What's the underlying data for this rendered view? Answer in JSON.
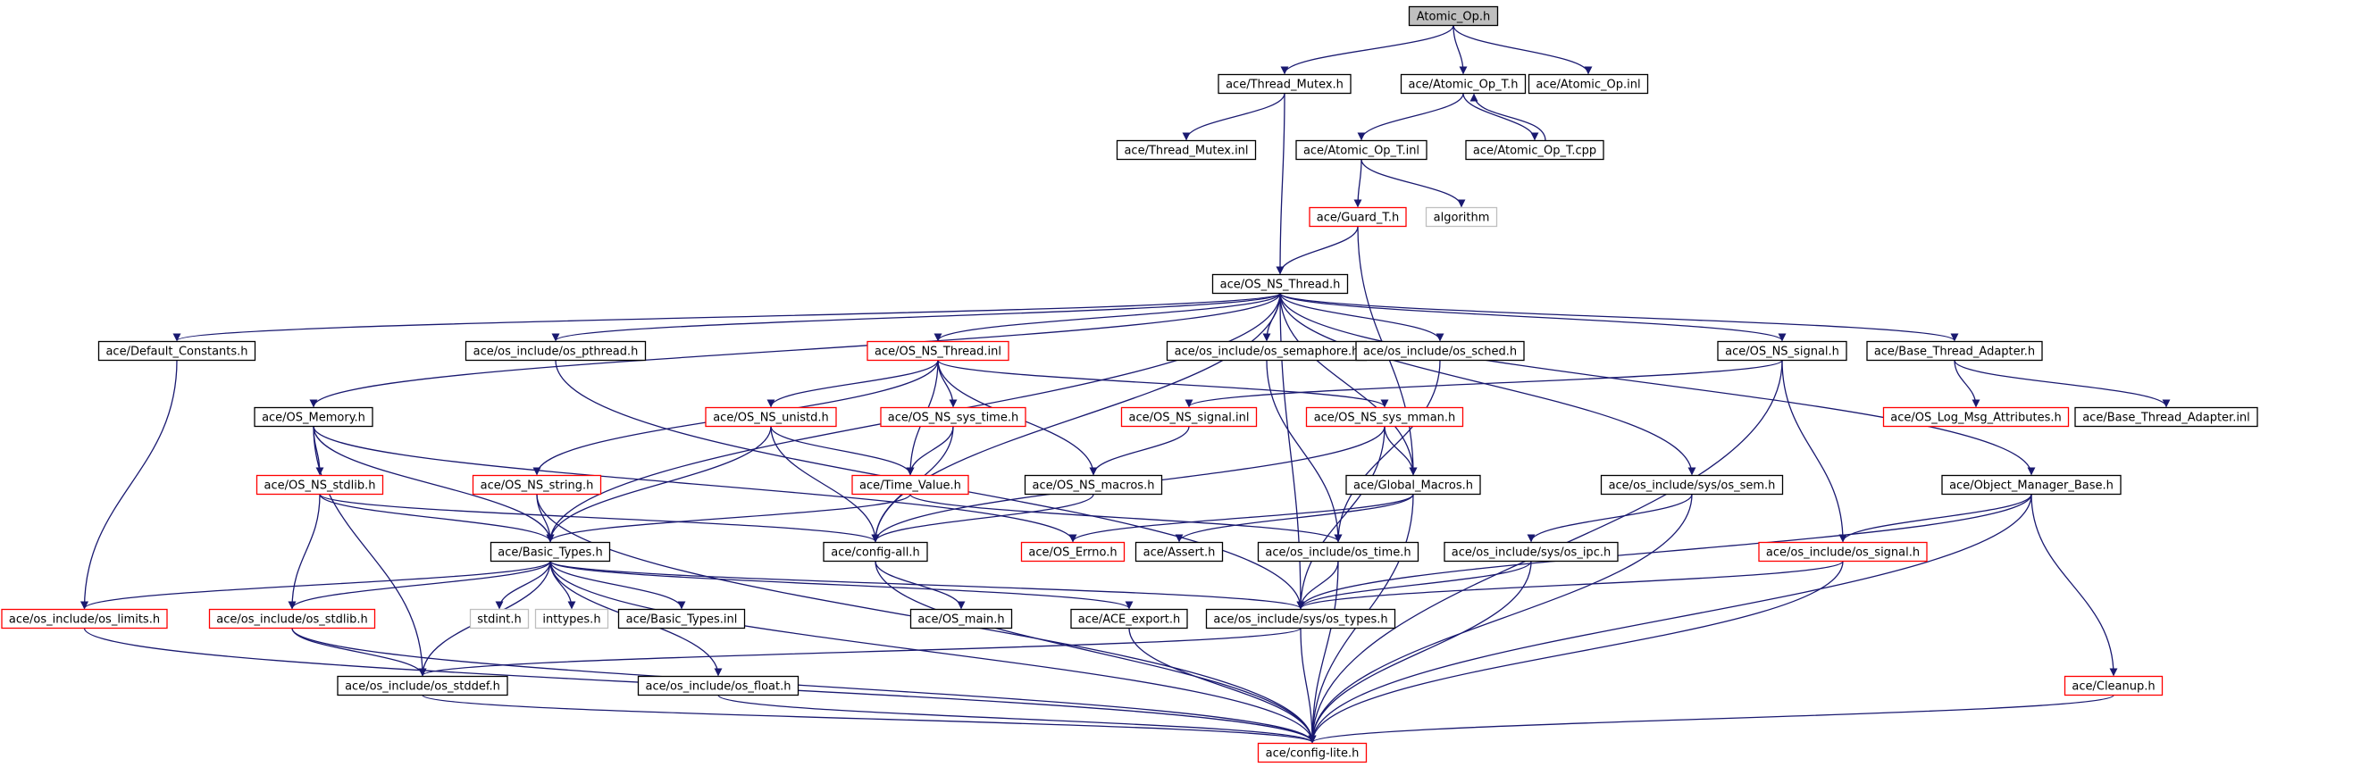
{
  "colors": {
    "edge": "#191970",
    "border_normal": "#000000",
    "border_truncated": "#ff0000",
    "border_system": "#bfbfbf",
    "root_fill": "#bfbfbf",
    "node_fill": "#ffffff"
  },
  "nodes": [
    {
      "id": "n0",
      "label": "Atomic_Op.h",
      "kind": "root"
    },
    {
      "id": "n1",
      "label": "ace/Thread_Mutex.h",
      "kind": "normal"
    },
    {
      "id": "n2",
      "label": "ace/Atomic_Op_T.h",
      "kind": "normal"
    },
    {
      "id": "n3",
      "label": "ace/Atomic_Op.inl",
      "kind": "normal"
    },
    {
      "id": "n4",
      "label": "ace/Thread_Mutex.inl",
      "kind": "normal"
    },
    {
      "id": "n5",
      "label": "ace/Atomic_Op_T.inl",
      "kind": "normal"
    },
    {
      "id": "n6",
      "label": "ace/Atomic_Op_T.cpp",
      "kind": "normal"
    },
    {
      "id": "n7",
      "label": "ace/Guard_T.h",
      "kind": "truncated"
    },
    {
      "id": "n8",
      "label": "algorithm",
      "kind": "system"
    },
    {
      "id": "n9",
      "label": "ace/OS_NS_Thread.h",
      "kind": "normal"
    },
    {
      "id": "n10",
      "label": "ace/Default_Constants.h",
      "kind": "normal"
    },
    {
      "id": "n11",
      "label": "ace/os_include/os_pthread.h",
      "kind": "normal"
    },
    {
      "id": "n12",
      "label": "ace/OS_NS_Thread.inl",
      "kind": "truncated"
    },
    {
      "id": "n13",
      "label": "ace/os_include/os_semaphore.h",
      "kind": "normal"
    },
    {
      "id": "n14",
      "label": "ace/os_include/os_sched.h",
      "kind": "normal"
    },
    {
      "id": "n15",
      "label": "ace/OS_NS_signal.h",
      "kind": "normal"
    },
    {
      "id": "n16",
      "label": "ace/Base_Thread_Adapter.h",
      "kind": "normal"
    },
    {
      "id": "n17",
      "label": "ace/OS_Memory.h",
      "kind": "normal"
    },
    {
      "id": "n18",
      "label": "ace/OS_NS_unistd.h",
      "kind": "truncated"
    },
    {
      "id": "n19",
      "label": "ace/OS_NS_sys_time.h",
      "kind": "truncated"
    },
    {
      "id": "n20",
      "label": "ace/OS_NS_signal.inl",
      "kind": "truncated"
    },
    {
      "id": "n21",
      "label": "ace/OS_NS_sys_mman.h",
      "kind": "truncated"
    },
    {
      "id": "n22",
      "label": "ace/OS_Log_Msg_Attributes.h",
      "kind": "truncated"
    },
    {
      "id": "n23",
      "label": "ace/Base_Thread_Adapter.inl",
      "kind": "normal"
    },
    {
      "id": "n24",
      "label": "ace/OS_NS_stdlib.h",
      "kind": "truncated"
    },
    {
      "id": "n25",
      "label": "ace/OS_NS_string.h",
      "kind": "truncated"
    },
    {
      "id": "n26",
      "label": "ace/Time_Value.h",
      "kind": "truncated"
    },
    {
      "id": "n27",
      "label": "ace/OS_NS_macros.h",
      "kind": "normal"
    },
    {
      "id": "n28",
      "label": "ace/Global_Macros.h",
      "kind": "normal"
    },
    {
      "id": "n29",
      "label": "ace/os_include/sys/os_sem.h",
      "kind": "normal"
    },
    {
      "id": "n30",
      "label": "ace/Object_Manager_Base.h",
      "kind": "normal"
    },
    {
      "id": "n31",
      "label": "ace/Basic_Types.h",
      "kind": "normal"
    },
    {
      "id": "n32",
      "label": "ace/config-all.h",
      "kind": "normal"
    },
    {
      "id": "n33",
      "label": "ace/OS_Errno.h",
      "kind": "truncated"
    },
    {
      "id": "n34",
      "label": "ace/Assert.h",
      "kind": "normal"
    },
    {
      "id": "n35",
      "label": "ace/os_include/os_time.h",
      "kind": "normal"
    },
    {
      "id": "n36",
      "label": "ace/os_include/sys/os_ipc.h",
      "kind": "normal"
    },
    {
      "id": "n37",
      "label": "ace/os_include/os_signal.h",
      "kind": "truncated"
    },
    {
      "id": "n38",
      "label": "ace/os_include/os_limits.h",
      "kind": "truncated"
    },
    {
      "id": "n39",
      "label": "ace/os_include/os_stdlib.h",
      "kind": "truncated"
    },
    {
      "id": "n40",
      "label": "stdint.h",
      "kind": "system"
    },
    {
      "id": "n41",
      "label": "inttypes.h",
      "kind": "system"
    },
    {
      "id": "n42",
      "label": "ace/Basic_Types.inl",
      "kind": "normal"
    },
    {
      "id": "n43",
      "label": "ace/OS_main.h",
      "kind": "normal"
    },
    {
      "id": "n44",
      "label": "ace/ACE_export.h",
      "kind": "normal"
    },
    {
      "id": "n45",
      "label": "ace/os_include/sys/os_types.h",
      "kind": "normal"
    },
    {
      "id": "n46",
      "label": "ace/os_include/os_stddef.h",
      "kind": "normal"
    },
    {
      "id": "n47",
      "label": "ace/os_include/os_float.h",
      "kind": "normal"
    },
    {
      "id": "n48",
      "label": "ace/Cleanup.h",
      "kind": "truncated"
    },
    {
      "id": "n49",
      "label": "ace/config-lite.h",
      "kind": "truncated"
    }
  ],
  "edges": [
    [
      "n0",
      "n1"
    ],
    [
      "n0",
      "n2"
    ],
    [
      "n0",
      "n3"
    ],
    [
      "n1",
      "n4"
    ],
    [
      "n1",
      "n9"
    ],
    [
      "n2",
      "n5"
    ],
    [
      "n2",
      "n6"
    ],
    [
      "n6",
      "n2"
    ],
    [
      "n5",
      "n7"
    ],
    [
      "n5",
      "n8"
    ],
    [
      "n7",
      "n9"
    ],
    [
      "n7",
      "n28"
    ],
    [
      "n9",
      "n10"
    ],
    [
      "n9",
      "n11"
    ],
    [
      "n9",
      "n12"
    ],
    [
      "n9",
      "n13"
    ],
    [
      "n9",
      "n14"
    ],
    [
      "n9",
      "n15"
    ],
    [
      "n9",
      "n16"
    ],
    [
      "n9",
      "n17"
    ],
    [
      "n9",
      "n31"
    ],
    [
      "n9",
      "n32"
    ],
    [
      "n9",
      "n28"
    ],
    [
      "n9",
      "n29"
    ],
    [
      "n9",
      "n30"
    ],
    [
      "n9",
      "n45"
    ],
    [
      "n10",
      "n38"
    ],
    [
      "n11",
      "n45"
    ],
    [
      "n12",
      "n18"
    ],
    [
      "n12",
      "n19"
    ],
    [
      "n12",
      "n21"
    ],
    [
      "n12",
      "n26"
    ],
    [
      "n12",
      "n27"
    ],
    [
      "n12",
      "n25"
    ],
    [
      "n13",
      "n35"
    ],
    [
      "n14",
      "n35"
    ],
    [
      "n15",
      "n20"
    ],
    [
      "n15",
      "n37"
    ],
    [
      "n15",
      "n49"
    ],
    [
      "n16",
      "n22"
    ],
    [
      "n16",
      "n23"
    ],
    [
      "n17",
      "n24"
    ],
    [
      "n17",
      "n31"
    ],
    [
      "n17",
      "n33"
    ],
    [
      "n17",
      "n46"
    ],
    [
      "n18",
      "n26"
    ],
    [
      "n18",
      "n31"
    ],
    [
      "n18",
      "n32"
    ],
    [
      "n19",
      "n26"
    ],
    [
      "n19",
      "n32"
    ],
    [
      "n20",
      "n27"
    ],
    [
      "n21",
      "n28"
    ],
    [
      "n21",
      "n32"
    ],
    [
      "n21",
      "n45"
    ],
    [
      "n24",
      "n31"
    ],
    [
      "n24",
      "n32"
    ],
    [
      "n24",
      "n39"
    ],
    [
      "n25",
      "n31"
    ],
    [
      "n25",
      "n49"
    ],
    [
      "n26",
      "n31"
    ],
    [
      "n26",
      "n35"
    ],
    [
      "n27",
      "n32"
    ],
    [
      "n28",
      "n33"
    ],
    [
      "n28",
      "n34"
    ],
    [
      "n28",
      "n49"
    ],
    [
      "n29",
      "n36"
    ],
    [
      "n29",
      "n49"
    ],
    [
      "n30",
      "n45"
    ],
    [
      "n30",
      "n37"
    ],
    [
      "n30",
      "n48"
    ],
    [
      "n30",
      "n49"
    ],
    [
      "n31",
      "n38"
    ],
    [
      "n31",
      "n39"
    ],
    [
      "n31",
      "n40"
    ],
    [
      "n31",
      "n41"
    ],
    [
      "n31",
      "n42"
    ],
    [
      "n31",
      "n44"
    ],
    [
      "n31",
      "n45"
    ],
    [
      "n31",
      "n46"
    ],
    [
      "n31",
      "n47"
    ],
    [
      "n31",
      "n49"
    ],
    [
      "n32",
      "n43"
    ],
    [
      "n32",
      "n49"
    ],
    [
      "n35",
      "n45"
    ],
    [
      "n35",
      "n49"
    ],
    [
      "n36",
      "n45"
    ],
    [
      "n36",
      "n49"
    ],
    [
      "n37",
      "n45"
    ],
    [
      "n37",
      "n49"
    ],
    [
      "n38",
      "n49"
    ],
    [
      "n39",
      "n46"
    ],
    [
      "n39",
      "n49"
    ],
    [
      "n44",
      "n49"
    ],
    [
      "n45",
      "n46"
    ],
    [
      "n45",
      "n49"
    ],
    [
      "n46",
      "n49"
    ],
    [
      "n47",
      "n49"
    ],
    [
      "n48",
      "n49"
    ]
  ]
}
